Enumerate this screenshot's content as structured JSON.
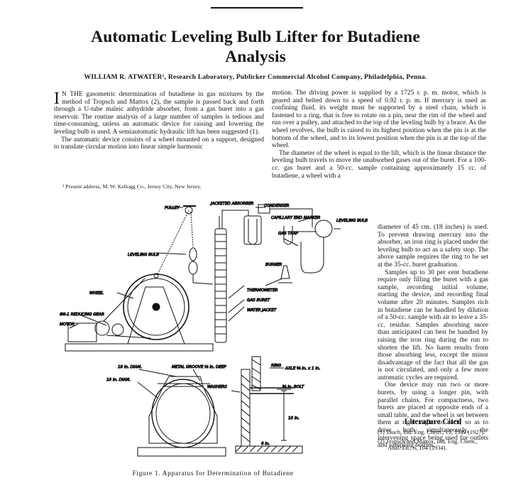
{
  "paper": {
    "title_line1": "Automatic Leveling Bulb Lifter for Butadiene",
    "title_line2": "Analysis",
    "byline": "WILLIAM R. ATWATER¹, Research Laboratory, Publicker Commercial Alcohol Company, Philadelphia, Penna.",
    "col1_para1_dropcap": "I",
    "col1_para1": "N THE gasometric determination of butadiene in gas mixtures by the method of Tropsch and Mattox (2), the sample is passed back and forth through a U-tube maleic anhydride absorber, from a gas buret into a gas reservoir. The routine analysis of a large number of samples is tedious and time-consuming, unless an automatic device for raising and lowering the leveling bulb is used. A semiautomatic hydraulic lift has been suggested (1).",
    "col1_para2": "The automatic device consists of a wheel mounted on a support, designed to translate circular motion into linear simple harmonic",
    "footnote": "¹ Present address, M. W. Kellogg Co., Jersey City, New Jersey.",
    "col2_para1": "motion. The driving power is supplied by a 1725 r. p. m. motor, which is geared and belted down to a speed of 0.92 r. p. m. If mercury is used as confining fluid, its weight must be supported by a steel chain, which is fastened to a ring, that is free to rotate on a pin, near the rim of the wheel and run over a pulley, and attached to the top of the leveling bulb by a brace. As the wheel revolves, the bulb is raised to its highest position when the pin is at the bottom of the wheel, and to its lowest position when the pin is at the top of the wheel.",
    "col2_para2": "The diameter of the wheel is equal to the lift, which is the linear distance the leveling bulb travels to move the unabsorbed gases out of the buret. For a 100-cc. gas buret and a 50-cc. sample containing approximately 15 cc. of butadiene, a wheel with a",
    "col3_para2_cont": "diameter of 45 cm. (18 inches) is used. To prevent drawing mercury into the absorber, an iron ring is placed under the leveling bulb to act as a safety stop. The above sample requires the ring to be set at the 35-cc. buret graduation.",
    "col3_para3": "Samples up to 30 per cent butadiene require only filling the buret with a gas sample, recording initial volume, starting the device, and recording final volume after 20 minutes. Samples rich in butadiene can be handled by dilution of a 50-cc. sample with air to leave a 35-cc. residue. Samples absorbing more than anticipated can best be handled by raising the iron ring during the run to shorten the lift. No harm results from those absorbing less, except the minor disadvantage of the fact that all the gas is not circulated, and only a few more automatic cycles are required.",
    "col3_para4": "One device may run two or more burets, by using a longer pin, with parallel chains. For compactness, two burets are placed at opposite ends of a small table, and the wheel is set between them at right angles to each, so as to drive both simultaneously, the intervening space being used for outlets and sampling bottles.",
    "literature_heading": "Literature Cited",
    "ref1": "(1) Tauch, Ind. Eng. Chem., 19, 1349 (1927).",
    "ref2": "(2) Tropsch and Mattox, Ind. Eng. Chem., Anal. Ed., 6, 104 (1934).",
    "figure_caption": "Figure 1.  Apparatus for Determination of Butadiene"
  },
  "figure_labels": {
    "pulley": "PULLEY",
    "jacketed_absorber": "JACKETED ABSORBER",
    "condenser": "CONDENSER",
    "capillary_end_marker": "CAPILLARY END MARKER",
    "leveling_bulb_right": "LEVELING BULB",
    "gas_trap": "GAS TRAP",
    "leveling_bulb": "LEVELING BULB",
    "burner": "BURNER",
    "wheel": "WHEEL",
    "reducing_gear": "#8-1 REDUCING GEAR",
    "motor": "MOTOR",
    "thermometer": "THERMOMETER",
    "gas_buret": "GAS BURET",
    "water_jacket": "WATER JACKET",
    "diam_19": "19 in. DIAM.",
    "diam_18": "18 in. DIAM.",
    "metal_groove": "METAL GROOVE ⅛ in. DEEP",
    "ring": "RING",
    "axle": "AXLE ⅝ in. x 1 in.",
    "washers": "WASHERS",
    "bolt": "⅝ in. BOLT",
    "dim_10in": "10 in.",
    "dim_6in": "6 in."
  }
}
